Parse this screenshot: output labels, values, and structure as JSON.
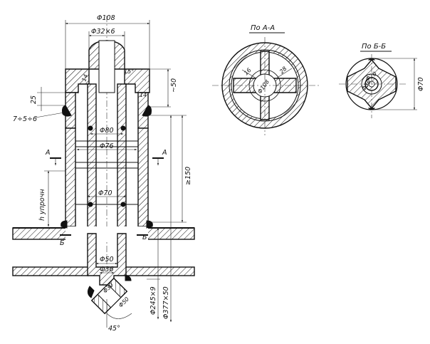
{
  "main_view": {
    "dims": {
      "d108": "Φ108",
      "d32x6": "Φ32×6",
      "d80": "Φ80",
      "d76": "Φ76",
      "d70": "Φ70",
      "d50": "Φ50",
      "d36": "Φ36",
      "d30": "Φ30",
      "d50b": "Φ50",
      "d245": "Φ245×9",
      "d377": "Φ377×50",
      "h25": "25",
      "h50": "~50",
      "h150": "≥150",
      "gap": "7÷5÷6",
      "h_upr": "h упрочн",
      "a14a": "14",
      "a14b": "14",
      "ang15": "15°",
      "ang45": "45°",
      "secA_left": "A",
      "secA_right": "A",
      "secB_left": "Б",
      "secB_right": "Б"
    }
  },
  "section_aa": {
    "title": "По А-А",
    "dims": {
      "d108": "Φ108",
      "d16": "16",
      "d28": "28"
    }
  },
  "section_bb": {
    "title": "По Б-Б",
    "dims": {
      "d20": "Φ20",
      "d36": "Φ36",
      "d70": "Φ70"
    }
  }
}
